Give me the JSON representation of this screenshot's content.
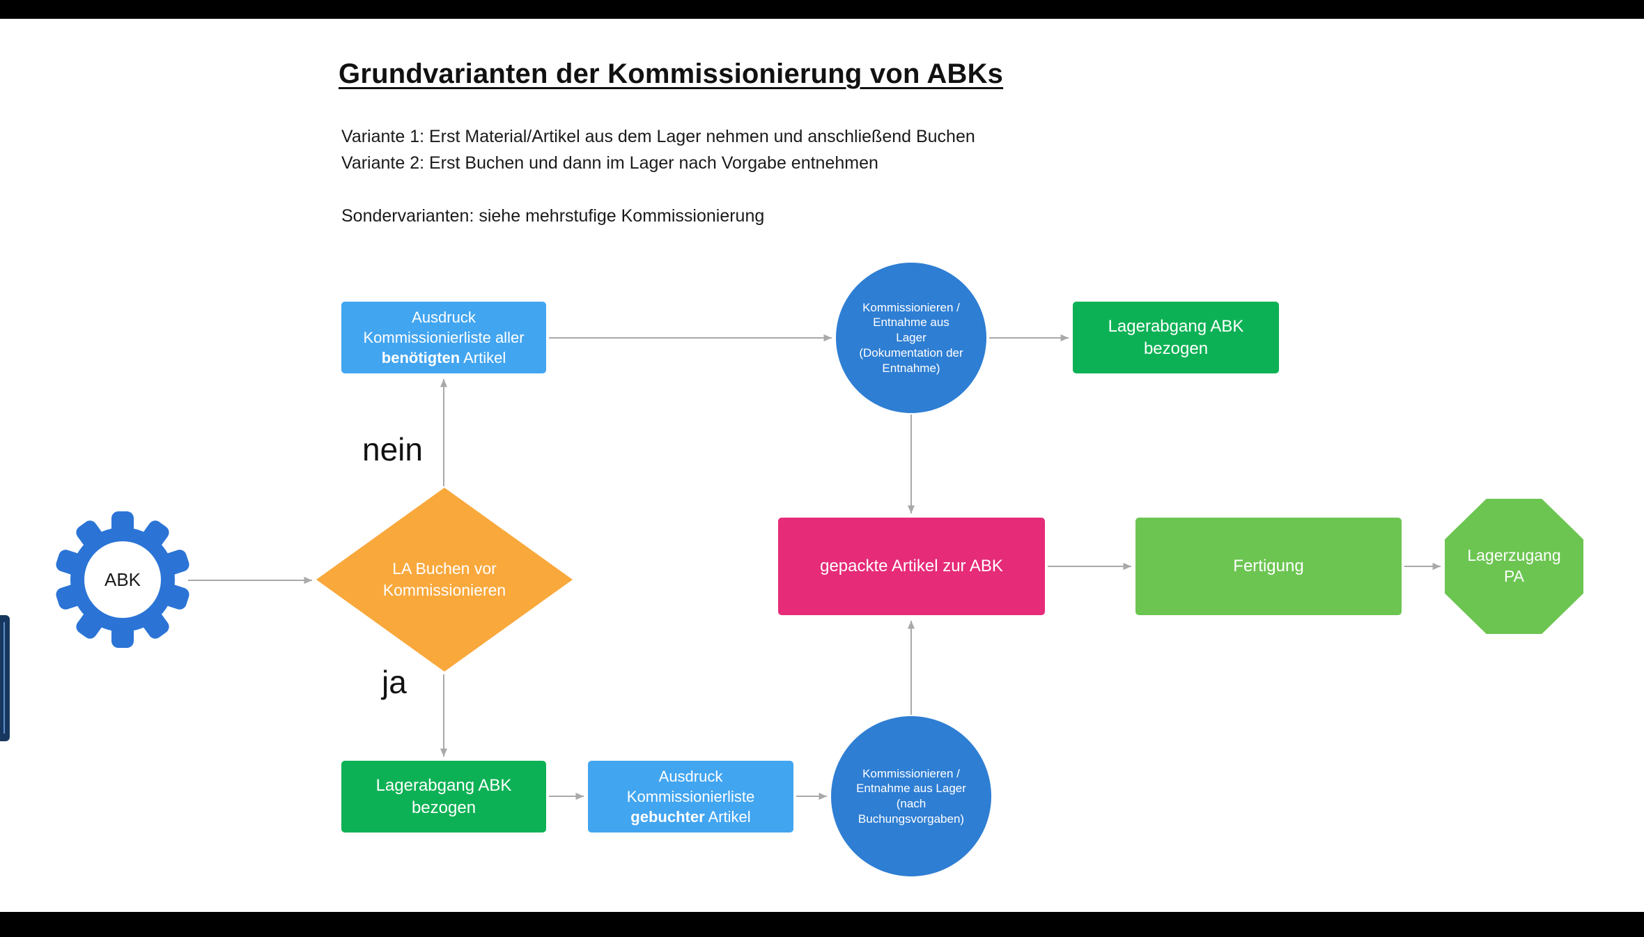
{
  "page": {
    "title": "Grundvarianten der Kommissionierung von ABKs",
    "variant1": "Variante 1: Erst Material/Artikel aus dem Lager nehmen und anschließend Buchen",
    "variant2": "Variante 2: Erst Buchen und dann im Lager nach Vorgabe entnehmen",
    "sonder": "Sondervarianten: siehe mehrstufige Kommissionierung"
  },
  "labels": {
    "nein": "nein",
    "ja": "ja"
  },
  "nodes": {
    "gear": {
      "label": "ABK"
    },
    "decision": {
      "line1": "LA Buchen vor",
      "line2": "Kommissionieren"
    },
    "print_needed": {
      "line1": "Ausdruck",
      "line2": "Kommissionierliste aller",
      "bold": "benötigten",
      "rest": " Artikel"
    },
    "pick_top": {
      "lines": [
        "Kommissionieren /",
        "Entnahme aus",
        "Lager",
        "(Dokumentation der",
        "Entnahme)"
      ]
    },
    "stock_out_top": {
      "line1": "Lagerabgang ABK",
      "line2": "bezogen"
    },
    "packed": {
      "label": "gepackte Artikel zur ABK"
    },
    "fertigung": {
      "label": "Fertigung"
    },
    "lagerzugang": {
      "line1": "Lagerzugang",
      "line2": "PA"
    },
    "stock_out_bottom": {
      "line1": "Lagerabgang ABK",
      "line2": "bezogen"
    },
    "print_booked": {
      "line1": "Ausdruck",
      "line2": "Kommissionierliste",
      "bold": "gebuchter",
      "rest": " Artikel"
    },
    "pick_bottom": {
      "lines": [
        "Kommissionieren /",
        "Entnahme aus Lager",
        "(nach",
        "Buchungsvorgaben)"
      ]
    }
  },
  "colors": {
    "light_blue": "#42a5f0",
    "dark_blue": "#2e7ed3",
    "gear_blue": "#2b74d6",
    "emerald": "#0db155",
    "light_green": "#6cc551",
    "orange": "#f9a83c",
    "magenta": "#e62b78",
    "arrow_gray": "#a9a9a9",
    "edge_tab_navy": "#17375e"
  }
}
